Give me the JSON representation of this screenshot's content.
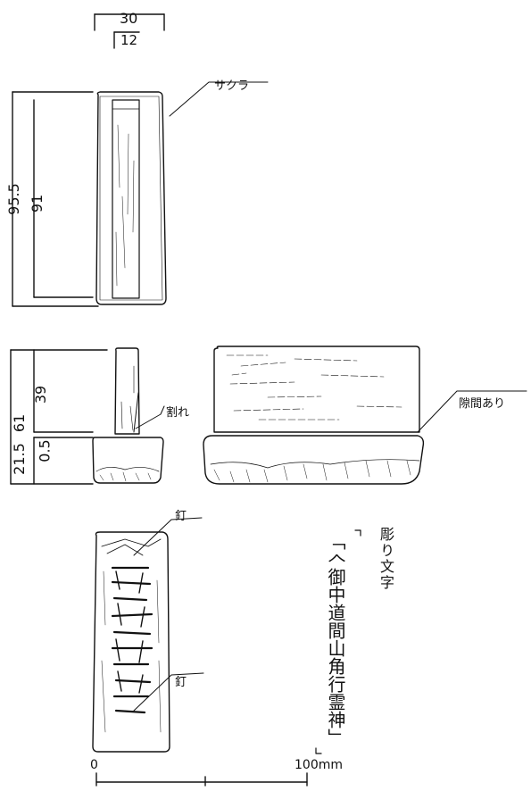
{
  "dimensions": {
    "top_width": "30",
    "top_inner": "12",
    "height_outer": "95.5",
    "height_inner": "91",
    "side_total": "61",
    "side_upper": "39",
    "side_lower": "21.5",
    "side_gap": "0.5"
  },
  "labels": {
    "wood": "サクラ",
    "crack": "割れ",
    "gap": "隙間あり",
    "nail_top": "釘",
    "nail_bottom": "釘",
    "carved_title": "彫り文字",
    "inscription": "「𠆢御中道間山角行霊神」"
  },
  "scale": {
    "start": "0",
    "end": "100mm"
  }
}
